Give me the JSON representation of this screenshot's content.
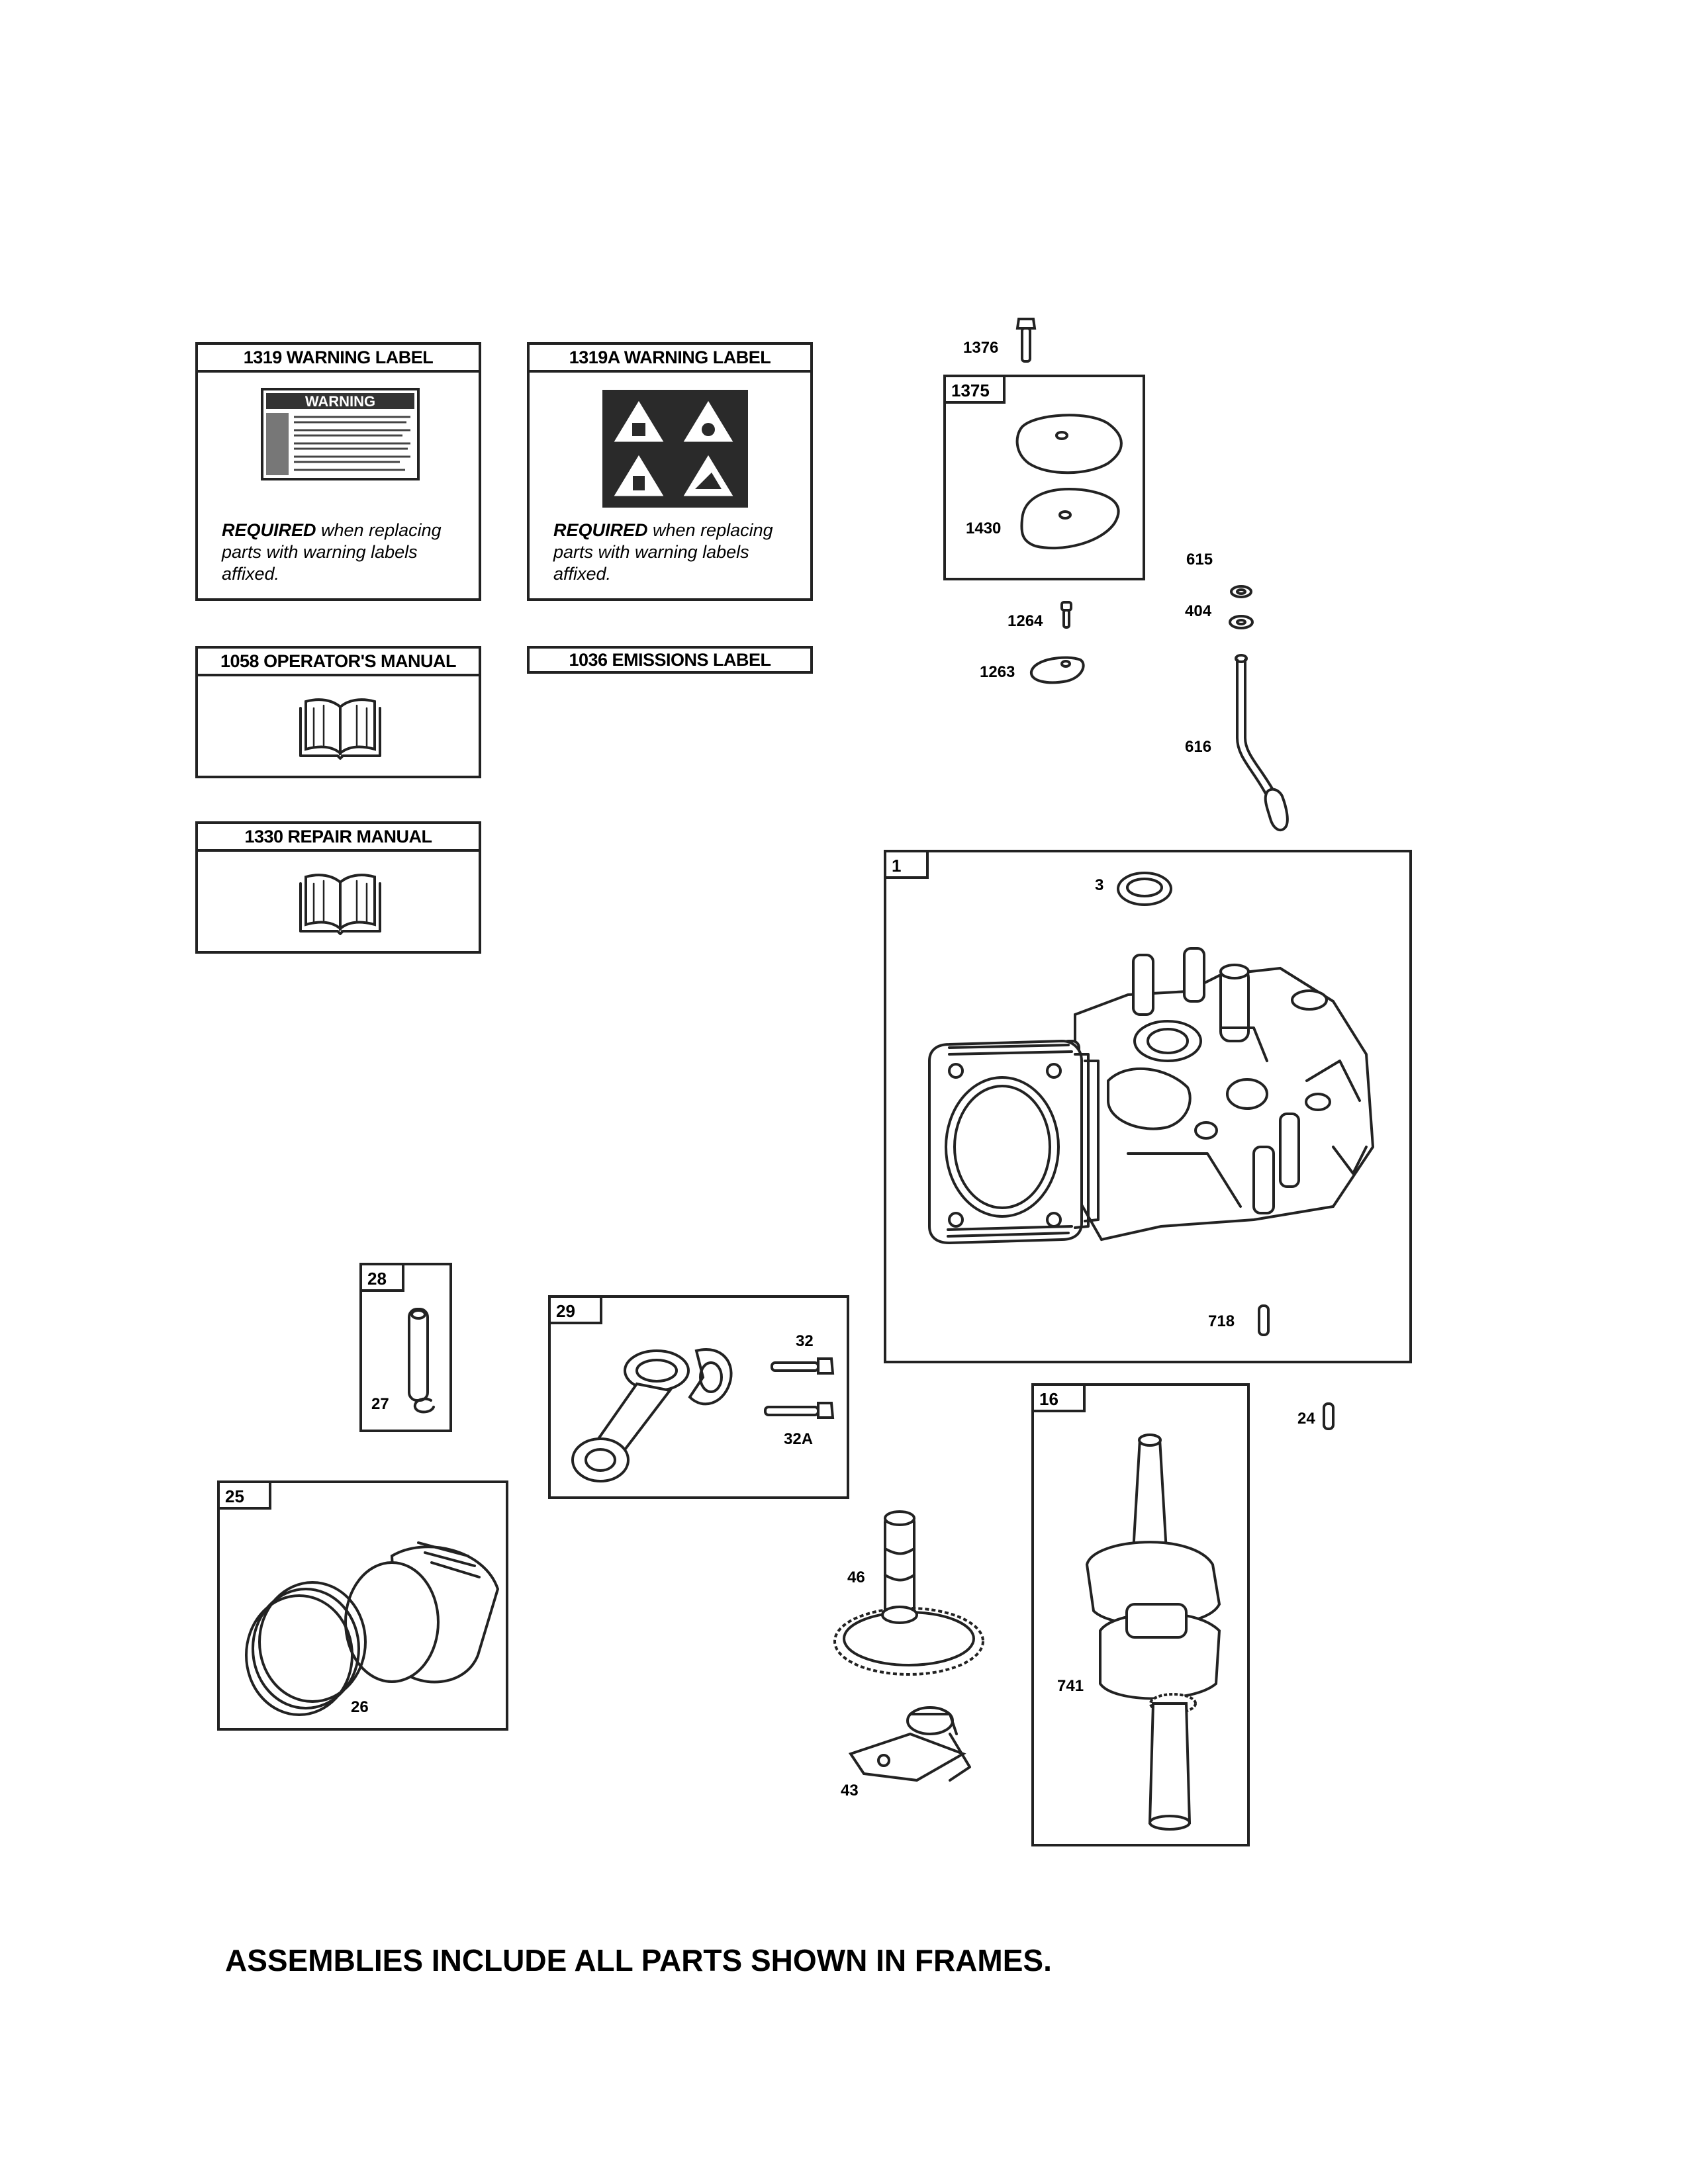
{
  "frames": {
    "warning_label": {
      "title": "1319 WARNING LABEL",
      "required_bold": "REQUIRED",
      "required_rest": " when replacing parts with warning labels affixed."
    },
    "warning_label_a": {
      "title": "1319A WARNING LABEL",
      "required_bold": "REQUIRED",
      "required_rest": " when replacing parts with warning labels affixed."
    },
    "operators_manual": {
      "title": "1058 OPERATOR'S MANUAL"
    },
    "emissions_label": {
      "title": "1036 EMISSIONS LABEL"
    },
    "repair_manual": {
      "title": "1330 REPAIR MANUAL"
    }
  },
  "warning_sticker": {
    "heading": "WARNING"
  },
  "assembly_tags": {
    "breather": "1375",
    "cylinder": "1",
    "pin": "28",
    "rod": "29",
    "piston": "25",
    "crankshaft": "16"
  },
  "callouts": {
    "p1376": "1376",
    "p1430": "1430",
    "p615": "615",
    "p404": "404",
    "p1264": "1264",
    "p1263": "1263",
    "p616": "616",
    "p3": "3",
    "p718": "718",
    "p27": "27",
    "p32": "32",
    "p32a": "32A",
    "p24": "24",
    "p46": "46",
    "p26": "26",
    "p741": "741",
    "p43": "43"
  },
  "footer": "ASSEMBLIES INCLUDE ALL PARTS SHOWN IN FRAMES.",
  "icons": [
    "warning-sticker-icon",
    "safety-pictogram-icon",
    "manual-book-icon"
  ]
}
